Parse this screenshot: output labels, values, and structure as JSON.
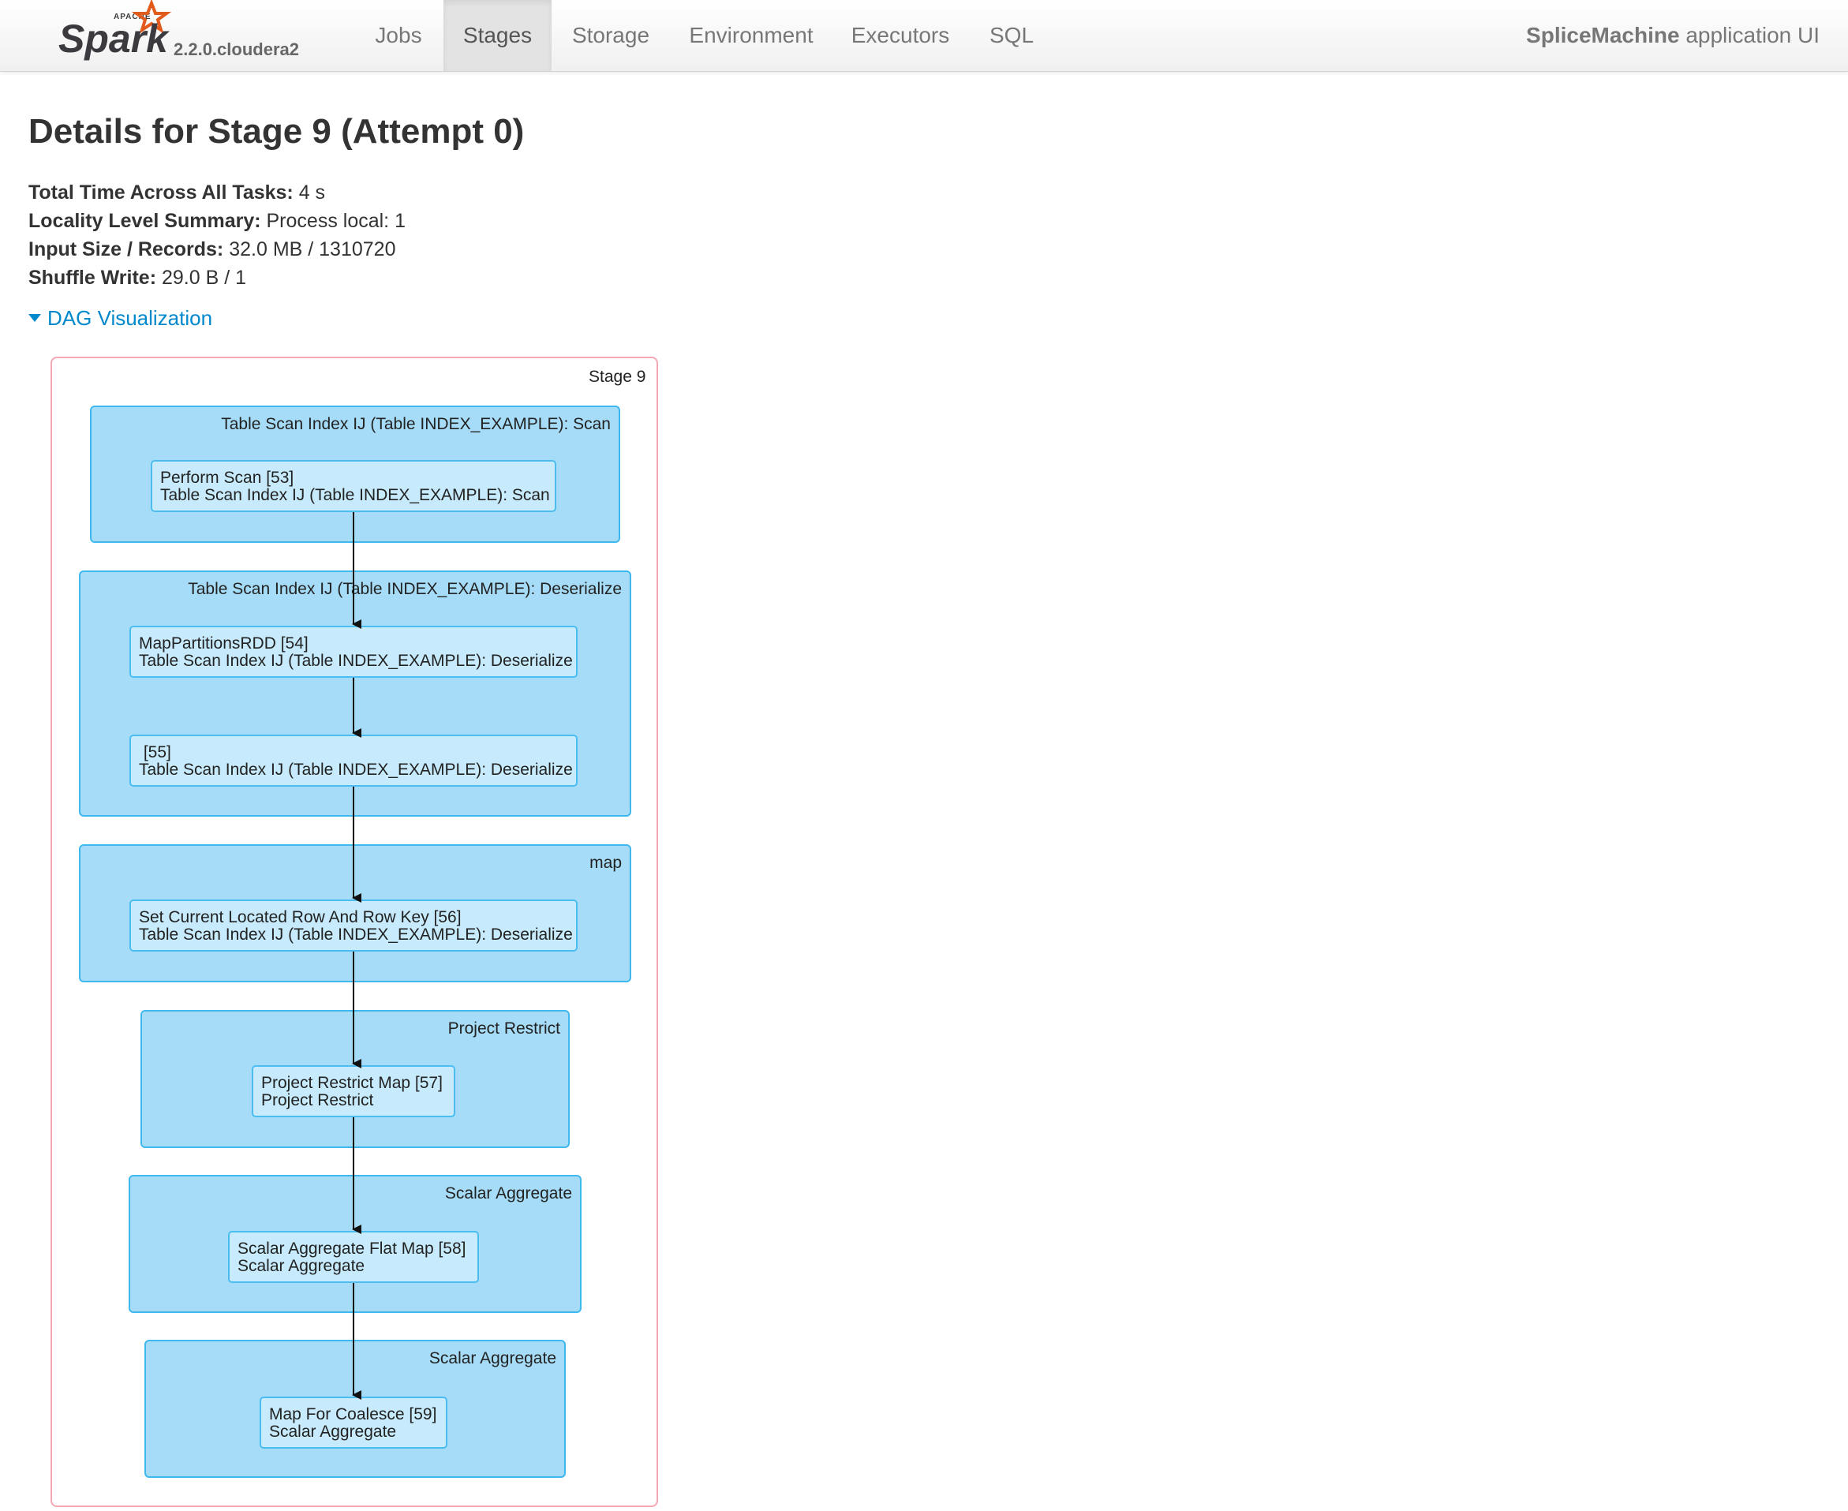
{
  "navbar": {
    "brand_top": "APACHE",
    "brand_name": "Spark",
    "version": "2.2.0.cloudera2",
    "tabs": [
      {
        "label": "Jobs",
        "active": false
      },
      {
        "label": "Stages",
        "active": true
      },
      {
        "label": "Storage",
        "active": false
      },
      {
        "label": "Environment",
        "active": false
      },
      {
        "label": "Executors",
        "active": false
      },
      {
        "label": "SQL",
        "active": false
      }
    ],
    "app_name_bold": "SpliceMachine",
    "app_name_rest": " application UI"
  },
  "page": {
    "title": "Details for Stage 9 (Attempt 0)",
    "summary": [
      {
        "key": "Total Time Across All Tasks:",
        "value": " 4 s"
      },
      {
        "key": "Locality Level Summary:",
        "value": " Process local: 1"
      },
      {
        "key": "Input Size / Records:",
        "value": " 32.0 MB / 1310720"
      },
      {
        "key": "Shuffle Write:",
        "value": " 29.0 B / 1"
      }
    ],
    "dag_toggle": "DAG Visualization"
  },
  "dag": {
    "stage_label": "Stage 9",
    "clusters": [
      {
        "label": "Table Scan Index IJ (Table INDEX_EXAMPLE): Scan",
        "nodes": [
          {
            "line1": "Perform Scan [53]",
            "line2": "Table Scan Index IJ (Table INDEX_EXAMPLE): Scan"
          }
        ]
      },
      {
        "label": "Table Scan Index IJ (Table INDEX_EXAMPLE): Deserialize",
        "nodes": [
          {
            "line1": "MapPartitionsRDD [54]",
            "line2": "Table Scan Index IJ (Table INDEX_EXAMPLE): Deserialize"
          },
          {
            "line1": " [55]",
            "line2": "Table Scan Index IJ (Table INDEX_EXAMPLE): Deserialize"
          }
        ]
      },
      {
        "label": "map",
        "nodes": [
          {
            "line1": "Set Current Located Row And Row Key [56]",
            "line2": "Table Scan Index IJ (Table INDEX_EXAMPLE): Deserialize"
          }
        ]
      },
      {
        "label": "Project Restrict",
        "nodes": [
          {
            "line1": "Project Restrict Map [57]",
            "line2": "Project Restrict"
          }
        ]
      },
      {
        "label": "Scalar Aggregate",
        "nodes": [
          {
            "line1": "Scalar Aggregate Flat Map [58]",
            "line2": "Scalar Aggregate"
          }
        ]
      },
      {
        "label": "Scalar Aggregate",
        "nodes": [
          {
            "line1": "Map For Coalesce [59]",
            "line2": "Scalar Aggregate"
          }
        ]
      }
    ],
    "colors": {
      "cluster_fill": "#a6dcf7",
      "node_fill": "#c7ebfc",
      "stage_border": "#f6a8b4",
      "link": "#0088cc"
    }
  }
}
